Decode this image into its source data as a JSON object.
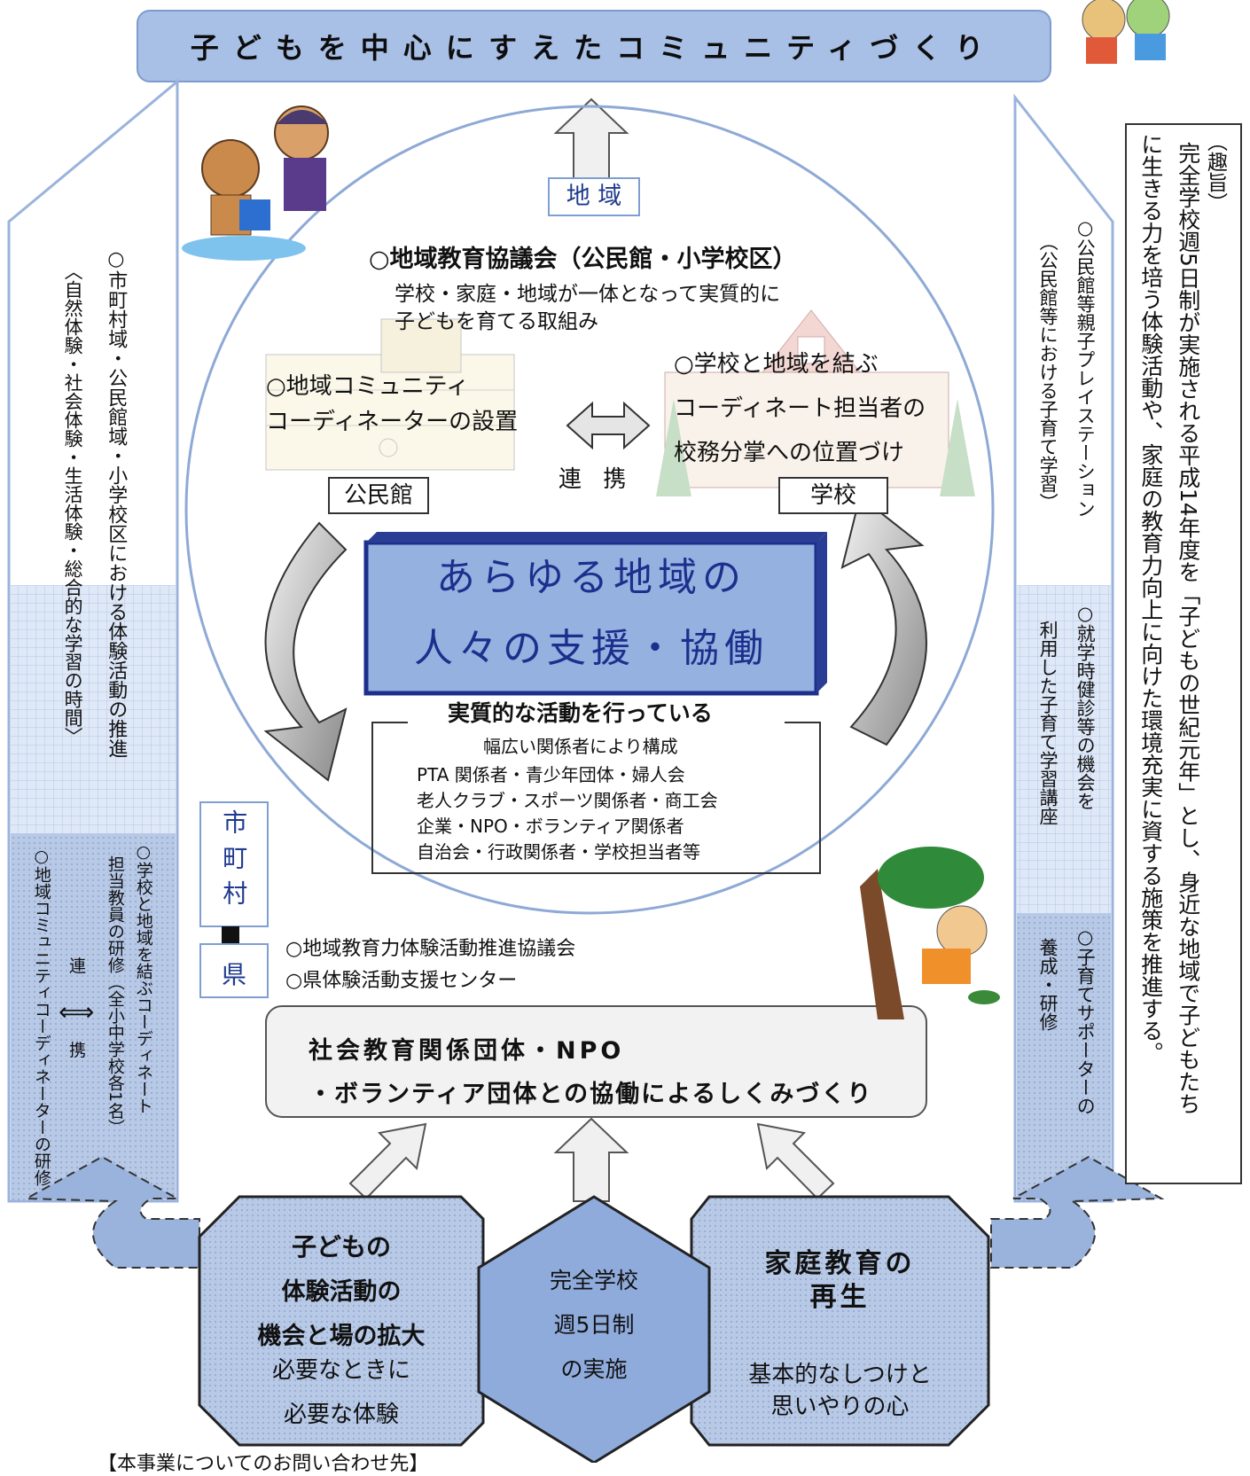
{
  "title": "子どもを中心にすえたコミュニティづくり",
  "region_label": "地 域",
  "council": {
    "heading": "○地域教育協議会（公民館・小学校区）",
    "desc_line1": "学校・家庭・地域が一体となって実質的に",
    "desc_line2": "子どもを育てる取組み"
  },
  "coordinator": {
    "line1": "○地域コミュニティ",
    "line2": "コーディネーターの設置"
  },
  "school_coord": {
    "line1": "○学校と地域を結ぶ",
    "line2": "コーディネート担当者の",
    "line3": "校務分掌への位置づけ"
  },
  "cooperation": "連 携",
  "kominkan": "公民館",
  "school": "学校",
  "center": {
    "line1": "あらゆる地域の",
    "line2": "人々の支援・協働"
  },
  "activity": {
    "heading": "実質的な活動を行っている",
    "sub": "幅広い関係者により構成",
    "members": [
      "PTA 関係者・青少年団体・婦人会",
      "老人クラブ・スポーツ関係者・商工会",
      "企業・NPO・ボランティア関係者",
      "自治会・行政関係者・学校担当者等"
    ]
  },
  "municipality_label": "市町村",
  "prefecture_label": "県",
  "prefecture_items": [
    "○地域教育力体験活動推進協議会",
    "○県体験活動支援センター"
  ],
  "ngo": {
    "line1": "社会教育関係団体・NPO",
    "line2": "・ボランティア団体との協働によるしくみづくり"
  },
  "left_column": {
    "main": "○市町村域・公民館域・小学校区における体験活動の推進",
    "paren": "〈自然体験・社会体験・生活体験・総合的な学習の時間〉",
    "school_coord_training_1": "○学校と地域を結ぶコーディネート",
    "school_coord_training_2": "担当教員の研修（全小中学校各1名）",
    "renkei_top": "連",
    "renkei_bottom": "携",
    "community_coord_training": "○地域コミュニティコーディネーターの研修"
  },
  "right_column": {
    "playstation": "○公民館等親子プレイステーション",
    "playstation_paren": "（公民館等における子育て学習）",
    "health_1": "○就学時健診等の機会を",
    "health_2": "利用した子育て学習講座",
    "supporter_1": "○子育てサポーターの",
    "supporter_2": "養成・研修"
  },
  "purpose": {
    "label": "（趣旨）",
    "line1": "完全学校週5日制が実施される平成14年度を「子どもの世紀元年」とし、身近な地域で子どもたち",
    "line2": "に生きる力を培う体験活動や、家庭の教育力向上に向けた環境充実に資する施策を推進する。"
  },
  "bottom_left": {
    "line1": "子どもの",
    "line2": "体験活動の",
    "line3": "機会と場の拡大",
    "line4": "必要なときに",
    "line5": "必要な体験"
  },
  "bottom_center": {
    "line1": "完全学校",
    "line2": "週5日制",
    "line3": "の実施"
  },
  "bottom_right": {
    "line1": "家庭教育の",
    "line2": "再生",
    "line3": "基本的なしつけと",
    "line4": "思いやりの心"
  },
  "footer_fragment": "【本事業についてのお問い合わせ先】",
  "colors": {
    "title_box": "#a8bfe6",
    "column_blue": "#98b2dc",
    "circle_stroke": "#8ea9d6",
    "center_box": "#95b1e0",
    "center_text": "#1c2f8c",
    "hex_fill": "#8fabdc",
    "label_blue": "#1f3a8f"
  },
  "icons": [
    "swimmers-illustration",
    "kids-running-illustration",
    "boy-climbing-tree-illustration",
    "building-illustration",
    "school-illustration"
  ]
}
